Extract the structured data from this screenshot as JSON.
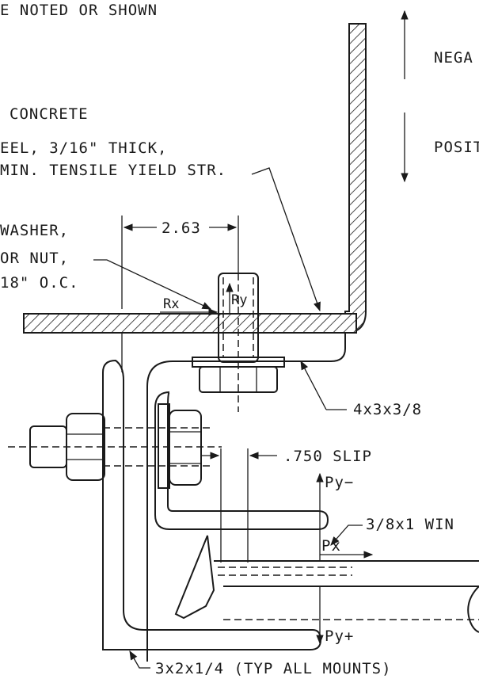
{
  "notes": {
    "line1": "E NOTED OR SHOWN",
    "line2": "CONCRETE",
    "line3": "EEL, 3/16\" THICK,",
    "line4": "MIN. TENSILE YIELD STR.",
    "line5": "WASHER,",
    "line6": "OR NUT,",
    "line7": "18\" O.C."
  },
  "labels": {
    "negative": "NEGA",
    "positive": "POSIT",
    "dim_spacing": "2.63",
    "rx": "Rx",
    "ry": "Ry",
    "angle_upper": "4x3x3/8",
    "slip": ".750 SLIP",
    "py_minus": "Py−",
    "px": "Px",
    "wing": "3/8x1 WIN",
    "py_plus": "Py+",
    "angle_lower": "3x2x1/4 (TYP ALL MOUNTS)"
  }
}
